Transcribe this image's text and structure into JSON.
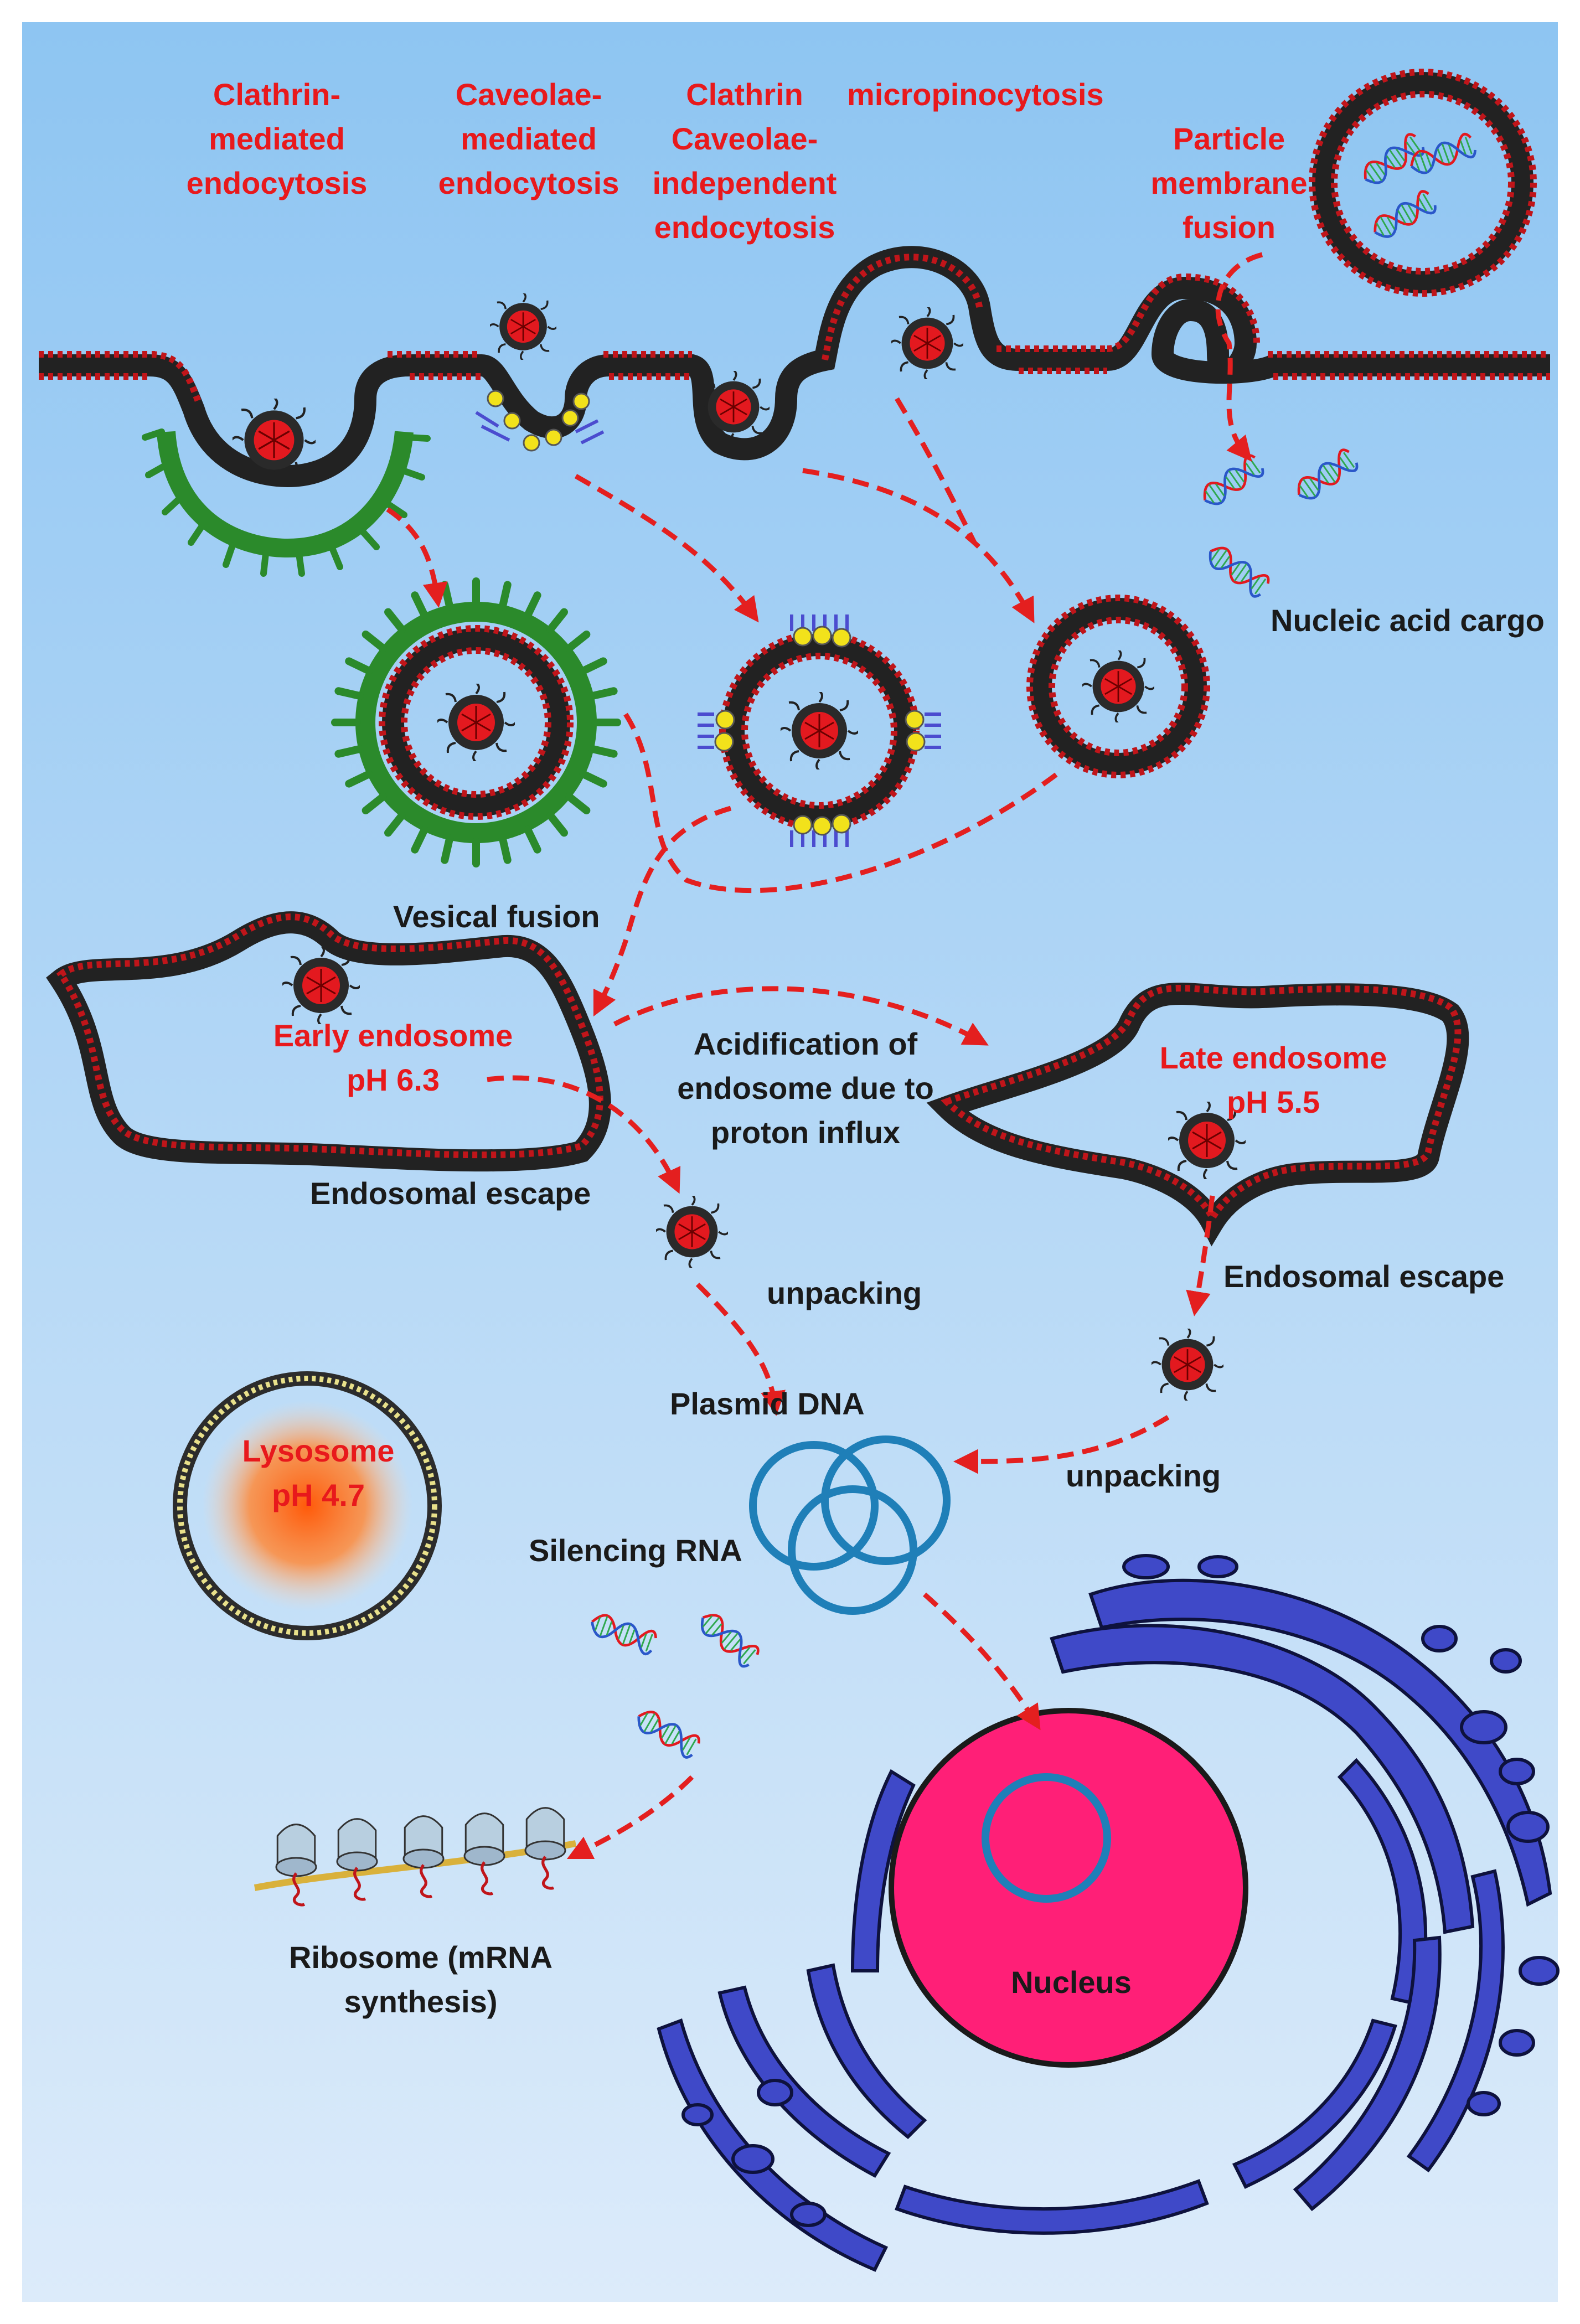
{
  "colors": {
    "background_top": "#8ec5f2",
    "background_bottom": "#dcebfa",
    "label_red": "#e8191c",
    "label_dark": "#1a1a1a",
    "arrow": "#e41f1f",
    "membrane": "#222222",
    "membrane_head": "#c0151a",
    "clathrin_coat": "#2b8a2b",
    "caveolin": "#f2e21b",
    "caveolin_coat": "#4b4ccf",
    "nucleus": "#ff1f77",
    "endoplasmic_reticulum": "#3f49c8",
    "plasmid": "#1f7fb8",
    "lysosome_glow": "#ff6a13"
  },
  "labels": {
    "clathrin_mediated": [
      "Clathrin-",
      "mediated",
      "endocytosis"
    ],
    "caveolae_mediated": [
      "Caveolae-",
      "mediated",
      "endocytosis"
    ],
    "clathrin_caveolae_independent": [
      "Clathrin",
      "Caveolae-",
      "independent",
      "endocytosis"
    ],
    "micropinocytosis": "micropinocytosis",
    "particle_membrane_fusion": [
      "Particle",
      "membrane",
      "fusion"
    ],
    "nucleic_acid_cargo": "Nucleic acid cargo",
    "vesical_fusion": "Vesical fusion",
    "early_endosome": [
      "Early endosome",
      "pH 6.3"
    ],
    "acidification": [
      "Acidification of",
      "endosome due to",
      "proton influx"
    ],
    "late_endosome": [
      "Late endosome",
      "pH 5.5"
    ],
    "endosomal_escape_left": "Endosomal escape",
    "endosomal_escape_right": "Endosomal escape",
    "unpacking_left": "unpacking",
    "unpacking_right": "unpacking",
    "plasmid_dna": "Plasmid DNA",
    "lysosome": [
      "Lysosome",
      "pH 4.7"
    ],
    "silencing_rna": "Silencing RNA",
    "ribosome": [
      "Ribosome (mRNA",
      "synthesis)"
    ],
    "nucleus": "Nucleus"
  },
  "icons": {
    "nanoparticle": "nanoparticle-icon",
    "dna_helix": "dna-helix-icon",
    "plasmid": "plasmid-rings-icon",
    "ribosome": "ribosome-icon",
    "lysosome": "lysosome-icon",
    "nucleus": "nucleus-icon",
    "endoplasmic_reticulum": "endoplasmic-reticulum-icon"
  }
}
